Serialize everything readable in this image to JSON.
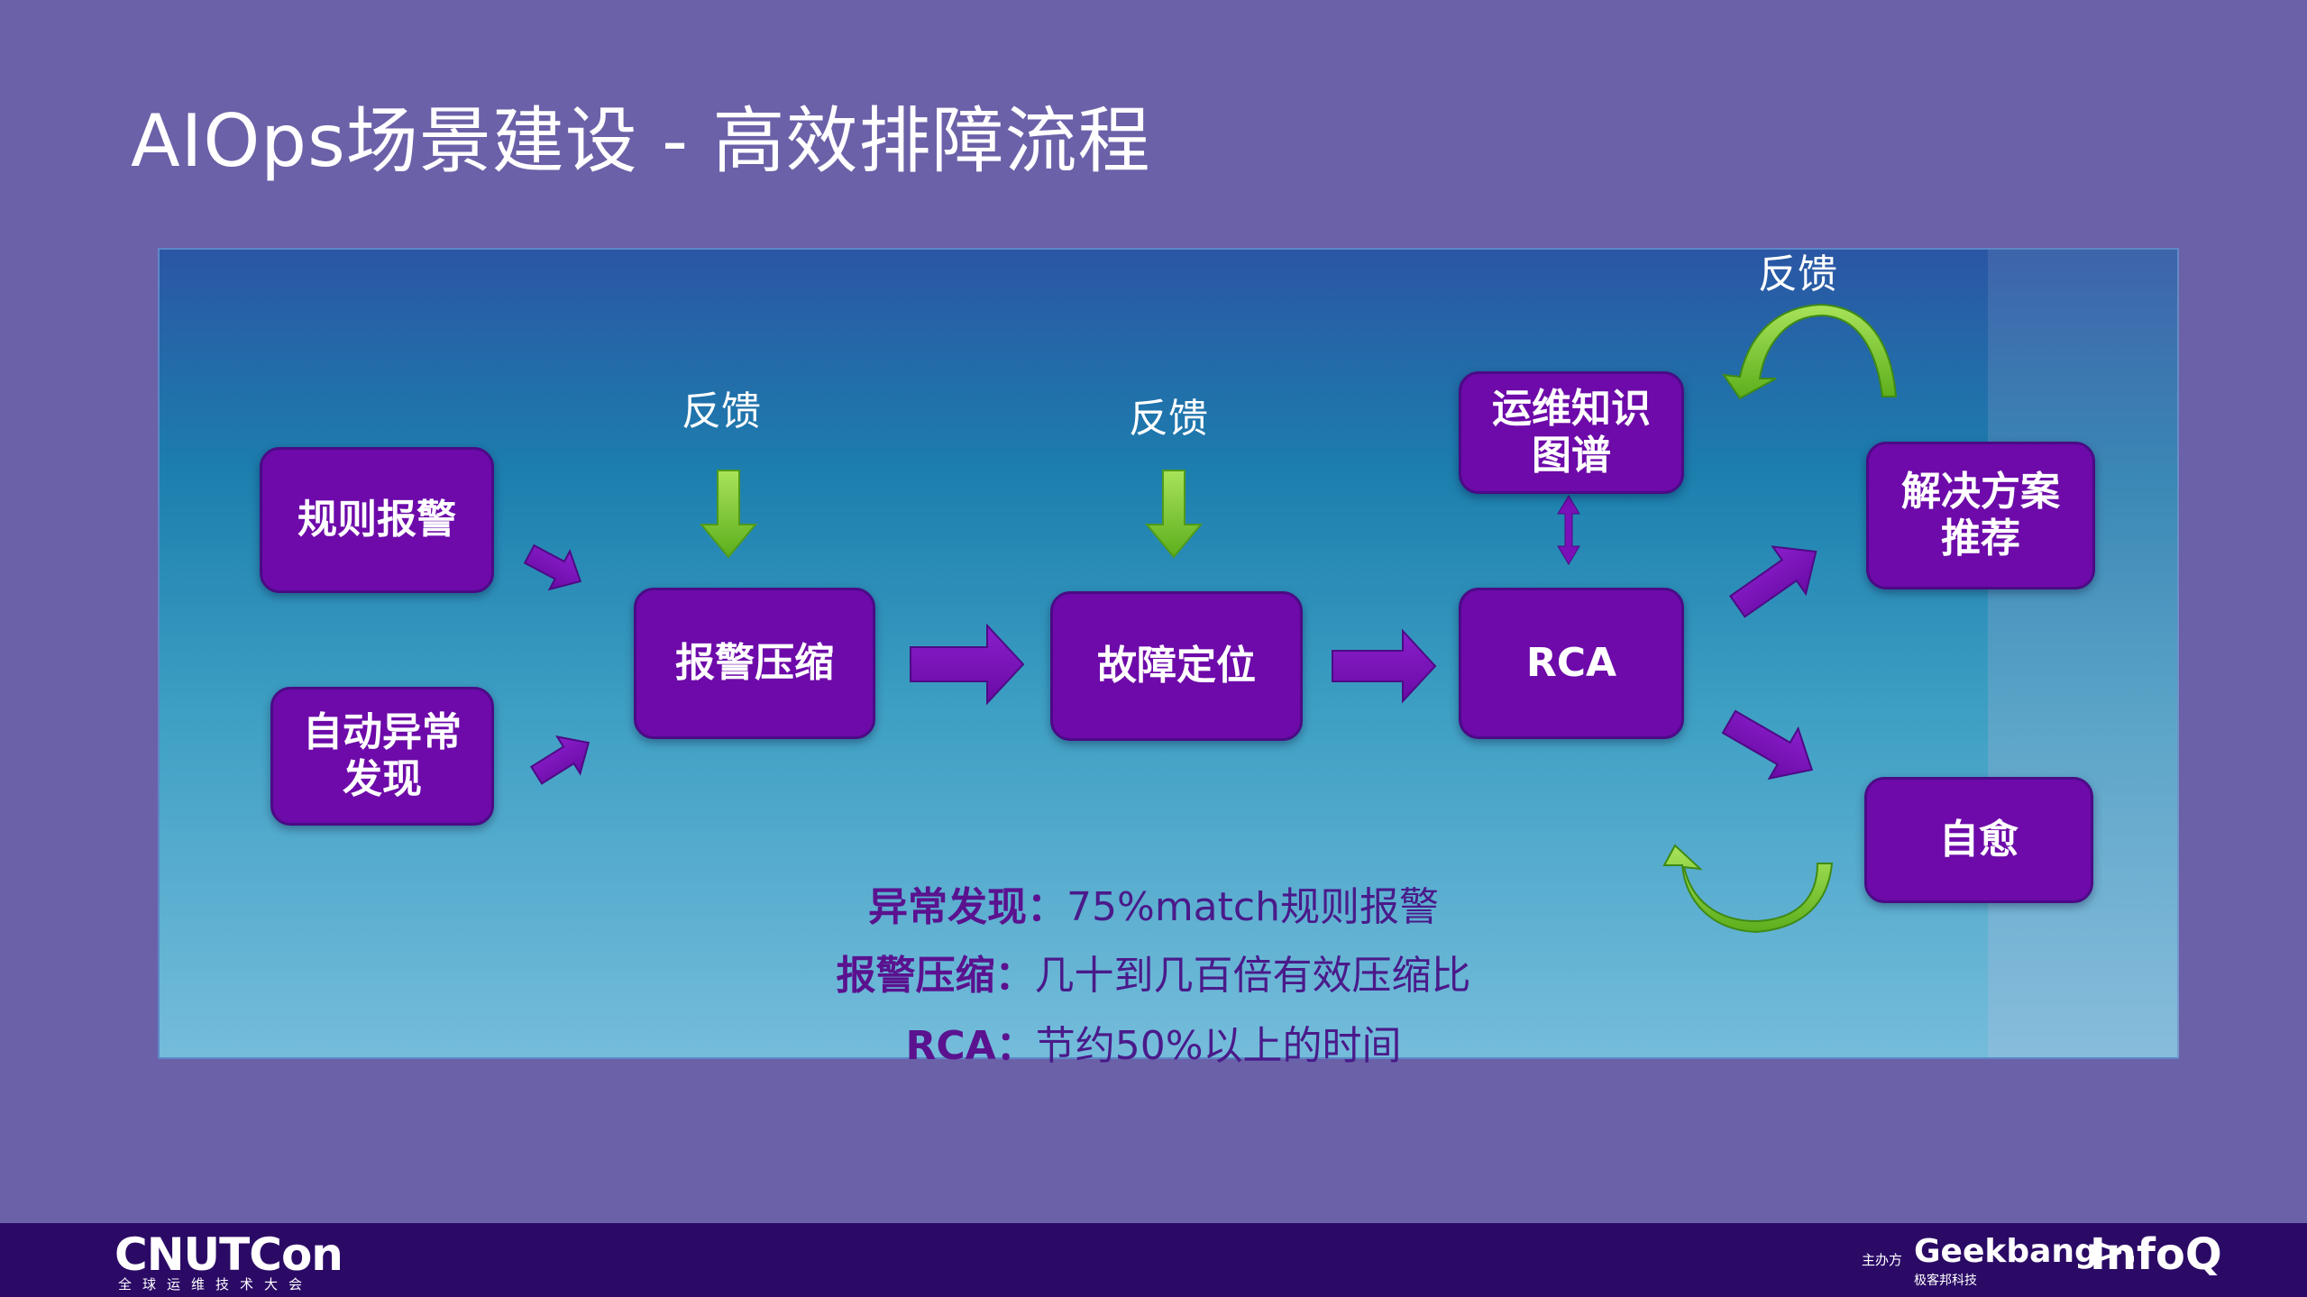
{
  "title": "AIOps场景建设 - 高效排障流程",
  "feedback_label": "反馈",
  "nodes": {
    "rule_alert": "规则报警",
    "auto_detect": "自动异常\n发现",
    "alert_compress": "报警压缩",
    "fault_locate": "故障定位",
    "rca": "RCA",
    "kg": "运维知识\n图谱",
    "solution": "解决方案\n推荐",
    "self_heal": "自愈"
  },
  "results": [
    {
      "label": "异常发现：",
      "value": "75%match规则报警"
    },
    {
      "label": "报警压缩：",
      "value": "几十到几百倍有效压缩比"
    },
    {
      "label": "RCA：",
      "value": "节约50%以上的时间"
    }
  ],
  "footer": {
    "conf_name": "CNUTCon",
    "conf_sub": "全球运维技术大会",
    "host_label": "主办方",
    "sponsor1": "Geekbang>.",
    "sponsor1_sub": "极客邦科技",
    "sponsor2": "InfoQ"
  },
  "colors": {
    "background": "#6b61a8",
    "node_fill": "#6d0aa9",
    "flow_arrow": "#7a10b8",
    "feedback_arrow": "#7ed12b",
    "footer": "#2b0a66"
  }
}
